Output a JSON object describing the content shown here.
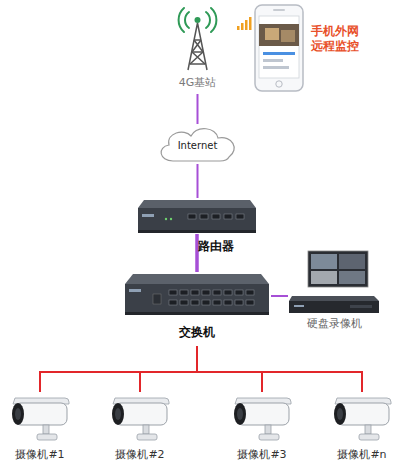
{
  "diagram": {
    "nodes": [
      {
        "text": [
          "4G基站"
        ]
      },
      {
        "text": [
          "手机外网 远程监控"
        ]
      },
      {
        "text": [
          "Internet"
        ]
      },
      {
        "text": [
          "路由器"
        ]
      },
      {
        "text": [
          "交换机"
        ]
      },
      {
        "text": [
          "硬盘录像机"
        ]
      },
      {
        "text": [
          "摄像机#1"
        ]
      },
      {
        "text": [
          "摄像机#2"
        ]
      },
      {
        "text": [
          "摄像机#3"
        ]
      },
      {
        "text": [
          "摄像机#n"
        ]
      }
    ],
    "edges": [
      {
        "from": 0,
        "to": 2,
        "arrow": "none"
      },
      {
        "from": 2,
        "to": 3,
        "arrow": "none"
      },
      {
        "from": 3,
        "to": 4,
        "arrow": "none"
      },
      {
        "from": 4,
        "to": 5,
        "arrow": "none"
      },
      {
        "from": 4,
        "to": 6,
        "arrow": "none"
      },
      {
        "from": 4,
        "to": 7,
        "arrow": "none"
      },
      {
        "from": 4,
        "to": 8,
        "arrow": "none"
      },
      {
        "from": 4,
        "to": 9,
        "arrow": "none"
      }
    ]
  }
}
